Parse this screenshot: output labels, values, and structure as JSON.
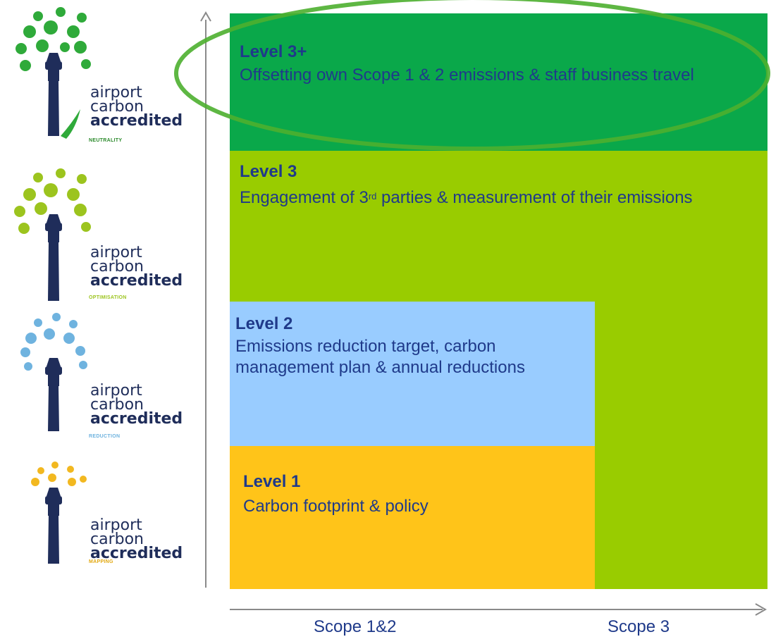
{
  "logos": [
    {
      "line1": "airport",
      "line2": "carbon",
      "line3": "accredited",
      "sub": "NEUTRALITY",
      "leaf_color": "#2faa3a",
      "sub_color": "#2b8a2b"
    },
    {
      "line1": "airport",
      "line2": "carbon",
      "line3": "accredited",
      "sub": "OPTIMISATION",
      "leaf_color": "#9cc41e",
      "sub_color": "#9cc41e"
    },
    {
      "line1": "airport",
      "line2": "carbon",
      "line3": "accredited",
      "sub": "REDUCTION",
      "leaf_color": "#6fb3df",
      "sub_color": "#6fb3df"
    },
    {
      "line1": "airport",
      "line2": "carbon",
      "line3": "accredited",
      "sub": "MAPPING",
      "leaf_color": "#f2b820",
      "sub_color": "#e2a810"
    }
  ],
  "levels": {
    "level3plus": {
      "title": "Level 3+",
      "desc": "Offsetting own Scope 1 & 2 emissions & staff business travel",
      "color": "#0aa84a"
    },
    "level3": {
      "title": "Level 3",
      "desc_before": "Engagement of 3",
      "desc_sup": "rd",
      "desc_after": " parties & measurement of their emissions",
      "color": "#99cc00"
    },
    "level2": {
      "title": "Level 2",
      "desc": "Emissions reduction target, carbon management plan & annual reductions",
      "color": "#99ccff"
    },
    "level1": {
      "title": "Level 1",
      "desc": "Carbon footprint & policy",
      "color": "#ffc419"
    }
  },
  "axis": {
    "scope_a": "Scope 1&2",
    "scope_b": "Scope 3"
  },
  "colors": {
    "text_blue": "#1f3a8a",
    "highlight_ring": "#4caf2f",
    "axis": "#8a8a8a",
    "logo_navy": "#1f2d5a"
  }
}
